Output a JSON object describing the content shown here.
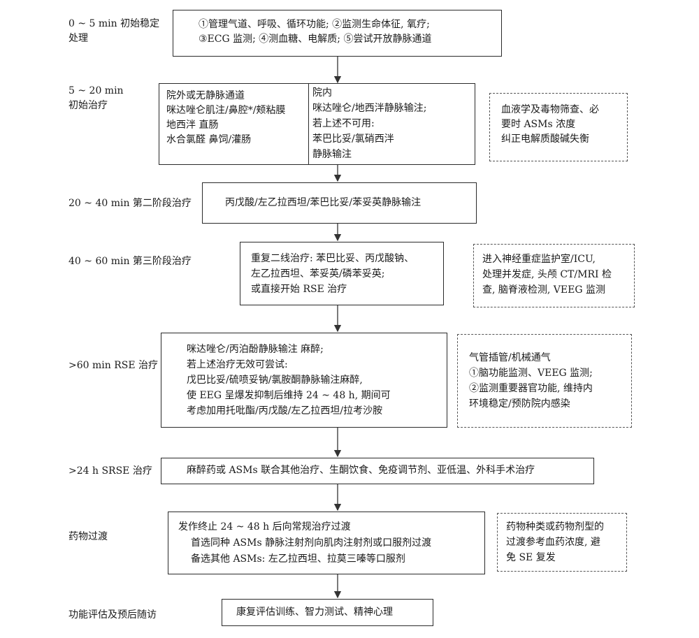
{
  "stages": [
    {
      "label": "0 ~ 5 min 初始稳定\n处理",
      "box_lines": [
        "①管理气道、呼吸、循环功能; ②监测生命体征, 氧疗;",
        "③ECG 监测; ④测血糖、电解质; ⑤尝试开放静脉通道"
      ]
    },
    {
      "label": "5 ~ 20 min\n初始治疗",
      "left_lines": [
        "院外或无静脉通道",
        "咪达唑仑肌注/鼻腔*/颊粘膜",
        "地西泮 直肠",
        "水合氯醛 鼻饲/灌肠"
      ],
      "right_lines": [
        "院内",
        "咪达唑仑/地西泮静脉输注;",
        "若上述不可用:",
        "苯巴比妥/氯硝西泮",
        "静脉输注"
      ],
      "side_lines": [
        "血液学及毒物筛查、必",
        "要时 ASMs 浓度",
        "纠正电解质酸碱失衡"
      ]
    },
    {
      "label": "20 ~ 40 min 第二阶段治疗",
      "box_lines": [
        "丙戊酸/左乙拉西坦/苯巴比妥/苯妥英静脉输注"
      ]
    },
    {
      "label": "40 ~ 60 min 第三阶段治疗",
      "box_lines": [
        "重复二线治疗: 苯巴比妥、丙戊酸钠、",
        "左乙拉西坦、苯妥英/磷苯妥英;",
        "或直接开始 RSE 治疗"
      ],
      "side_lines": [
        "进入神经重症监护室/ICU,",
        "处理并发症, 头颅 CT/MRI 检",
        "查, 脑脊液检测, VEEG 监测"
      ]
    },
    {
      "label": ">60 min RSE 治疗",
      "box_lines": [
        "咪达唑仑/丙泊酚静脉输注 麻醉;",
        "若上述治疗无效可尝试:",
        "戊巴比妥/硫喷妥钠/氯胺酮静脉输注麻醉,",
        "使 EEG 呈爆发抑制后维持 24 ~ 48 h, 期间可",
        "考虑加用托吡酯/丙戊酸/左乙拉西坦/拉考沙胺"
      ],
      "side_lines": [
        "气管插管/机械通气",
        "①脑功能监测、VEEG 监测;",
        "②监测重要器官功能, 维持内",
        "环境稳定/预防院内感染"
      ]
    },
    {
      "label": ">24 h SRSE 治疗",
      "box_lines": [
        "麻醉药或 ASMs 联合其他治疗、生酮饮食、免疫调节剂、亚低温、外科手术治疗"
      ]
    },
    {
      "label": "药物过渡",
      "box_lines": [
        "发作终止 24 ~ 48 h 后向常规治疗过渡",
        "首选同种 ASMs 静脉注射剂向肌肉注射剂或口服剂过渡",
        "备选其他 ASMs: 左乙拉西坦、拉莫三嗪等口服剂"
      ],
      "side_lines": [
        "药物种类或药物剂型的",
        "过渡参考血药浓度, 避",
        "免 SE 复发"
      ]
    },
    {
      "label": "功能评估及预后随访",
      "box_lines": [
        "康复评估训练、智力测试、精神心理"
      ]
    }
  ]
}
